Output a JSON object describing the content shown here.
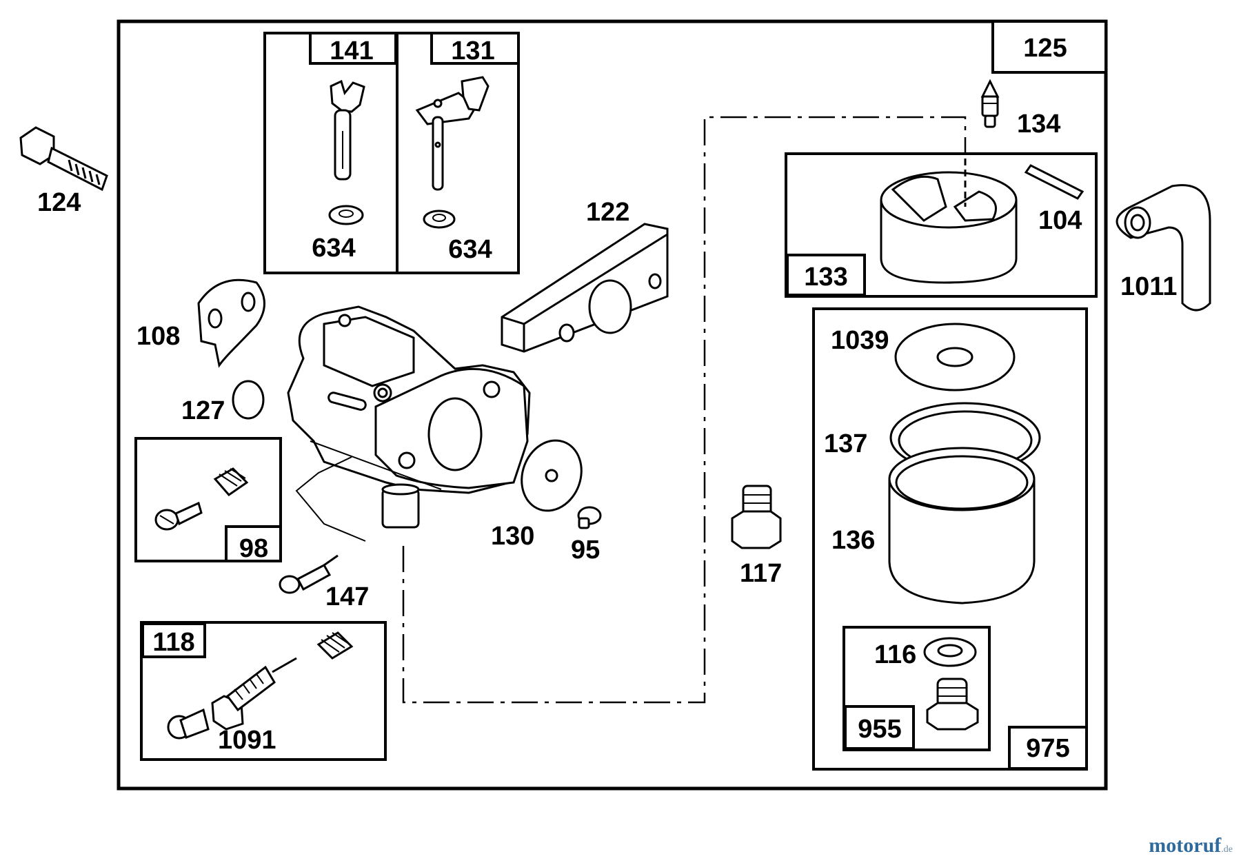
{
  "diagram": {
    "watermark": {
      "brand": "motoruf",
      "tld": ".de"
    },
    "boxes": {
      "b141": "141",
      "b131": "131",
      "b125": "125",
      "b133": "133",
      "b98": "98",
      "b118": "118",
      "b975": "975",
      "b955": "955"
    },
    "parts": {
      "p124": "124",
      "p634a": "634",
      "p634b": "634",
      "p122": "122",
      "p134": "134",
      "p104": "104",
      "p1011": "1011",
      "p108": "108",
      "p127": "127",
      "p130": "130",
      "p95": "95",
      "p117": "117",
      "p147": "147",
      "p1091": "1091",
      "p1039": "1039",
      "p137": "137",
      "p136": "136",
      "p116": "116"
    }
  }
}
